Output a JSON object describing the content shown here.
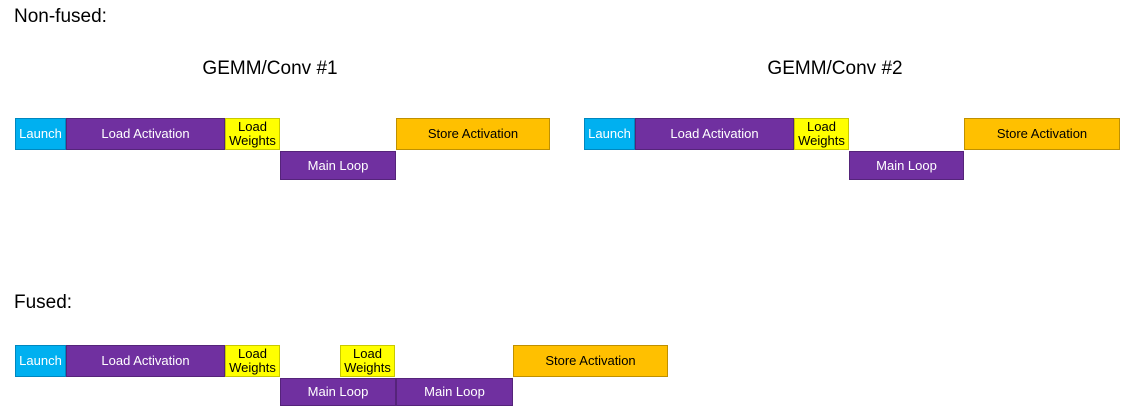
{
  "non_fused": {
    "label": "Non-fused:",
    "groups": [
      {
        "title": "GEMM/Conv #1"
      },
      {
        "title": "GEMM/Conv #2"
      }
    ]
  },
  "fused": {
    "label": "Fused:"
  },
  "labels": {
    "launch": "Launch",
    "load_activation": "Load Activation",
    "load_weights": "Load Weights",
    "main_loop": "Main Loop",
    "store_activation": "Store Activation"
  },
  "colors": {
    "launch": "#00B0F0",
    "load_purple": "#7030A0",
    "weights_yellow": "#FFFF00",
    "store_orange": "#FFC000"
  }
}
